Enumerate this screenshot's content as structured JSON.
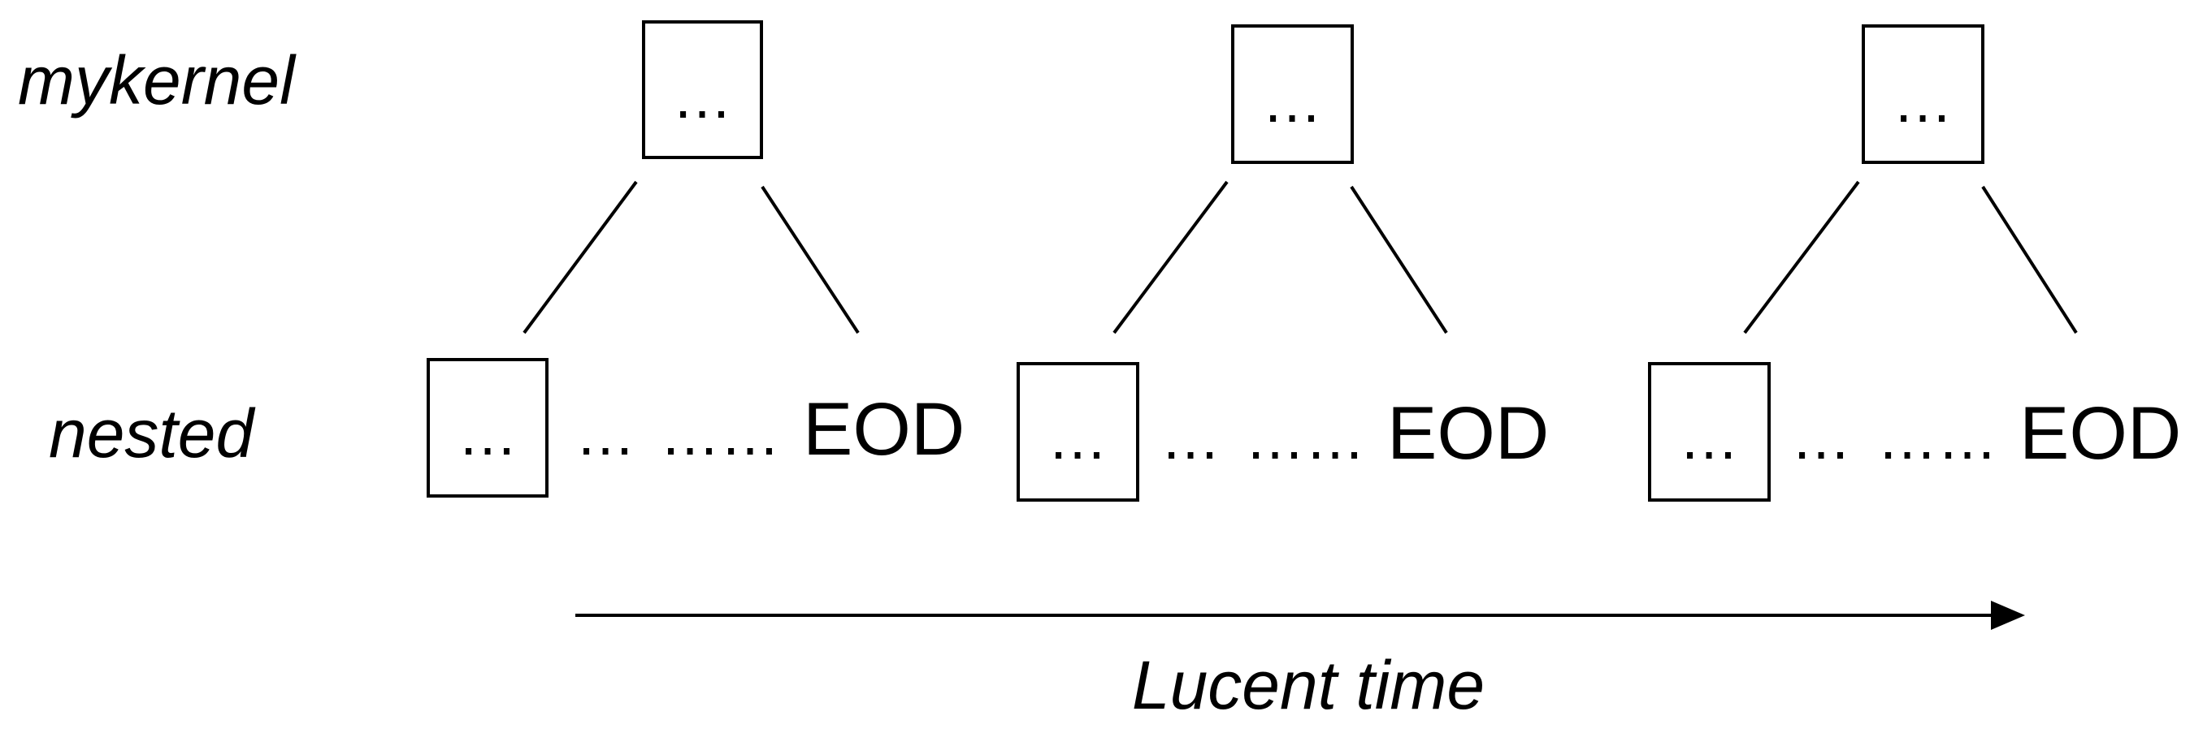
{
  "labels": {
    "row_top": "mykernel",
    "row_bottom": "nested",
    "axis": "Lucent time"
  },
  "groups": [
    {
      "kernel_box": "…",
      "nested_box": "…",
      "sequence": [
        "…",
        "……",
        "EOD"
      ]
    },
    {
      "kernel_box": "…",
      "nested_box": "…",
      "sequence": [
        "…",
        "……",
        "EOD"
      ]
    },
    {
      "kernel_box": "…",
      "nested_box": "…",
      "sequence": [
        "…",
        "……",
        "EOD"
      ]
    }
  ],
  "colors": {
    "stroke": "#000000",
    "background": "#ffffff"
  }
}
